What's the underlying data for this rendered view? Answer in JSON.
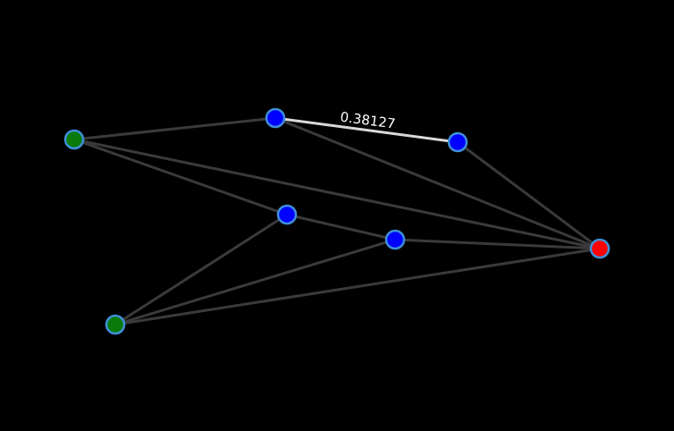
{
  "graph": {
    "colors": {
      "background": "#000000",
      "edge": "#3a3a3a",
      "edge_highlight": "#d9d9d9",
      "node_border": "#3f8fd8",
      "label": "#ffffff"
    },
    "nodes": [
      {
        "id": "g1",
        "color": "#0a7a0a"
      },
      {
        "id": "b1",
        "color": "#0000ff"
      },
      {
        "id": "b2",
        "color": "#0000ff"
      },
      {
        "id": "b3",
        "color": "#0000ff"
      },
      {
        "id": "b4",
        "color": "#0000ff"
      },
      {
        "id": "r1",
        "color": "#ff0000"
      },
      {
        "id": "g2",
        "color": "#0a7a0a"
      }
    ],
    "edges": [
      {
        "source": "g1",
        "target": "b1"
      },
      {
        "source": "g1",
        "target": "b3"
      },
      {
        "source": "g1",
        "target": "r1"
      },
      {
        "source": "b1",
        "target": "b2",
        "label": "0.38127",
        "highlight": true
      },
      {
        "source": "b1",
        "target": "r1"
      },
      {
        "source": "b2",
        "target": "r1"
      },
      {
        "source": "b3",
        "target": "b4"
      },
      {
        "source": "b3",
        "target": "g2"
      },
      {
        "source": "b4",
        "target": "r1"
      },
      {
        "source": "b4",
        "target": "g2"
      },
      {
        "source": "g2",
        "target": "r1"
      }
    ]
  }
}
